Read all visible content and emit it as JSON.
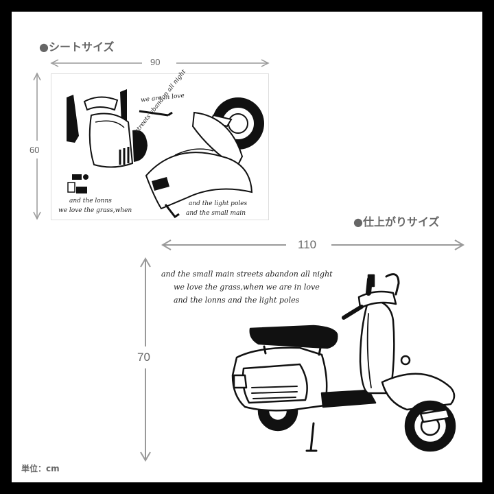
{
  "sheet_size": {
    "heading": "●シートサイズ",
    "width_label": "90",
    "height_label": "60"
  },
  "finished_size": {
    "heading": "●仕上がりサイズ",
    "width_label": "110",
    "height_label": "70"
  },
  "unit_label": "単位：cm",
  "sheet_phrases": [
    "we are in love",
    "streets abandon all night",
    "and the lonns",
    "we love the grass,when",
    "and the light poles",
    "and the small main"
  ],
  "finished_phrases": [
    "and the small main streets abandon all night",
    "we love the grass,when we are in love",
    "and the lonns and the light poles"
  ]
}
